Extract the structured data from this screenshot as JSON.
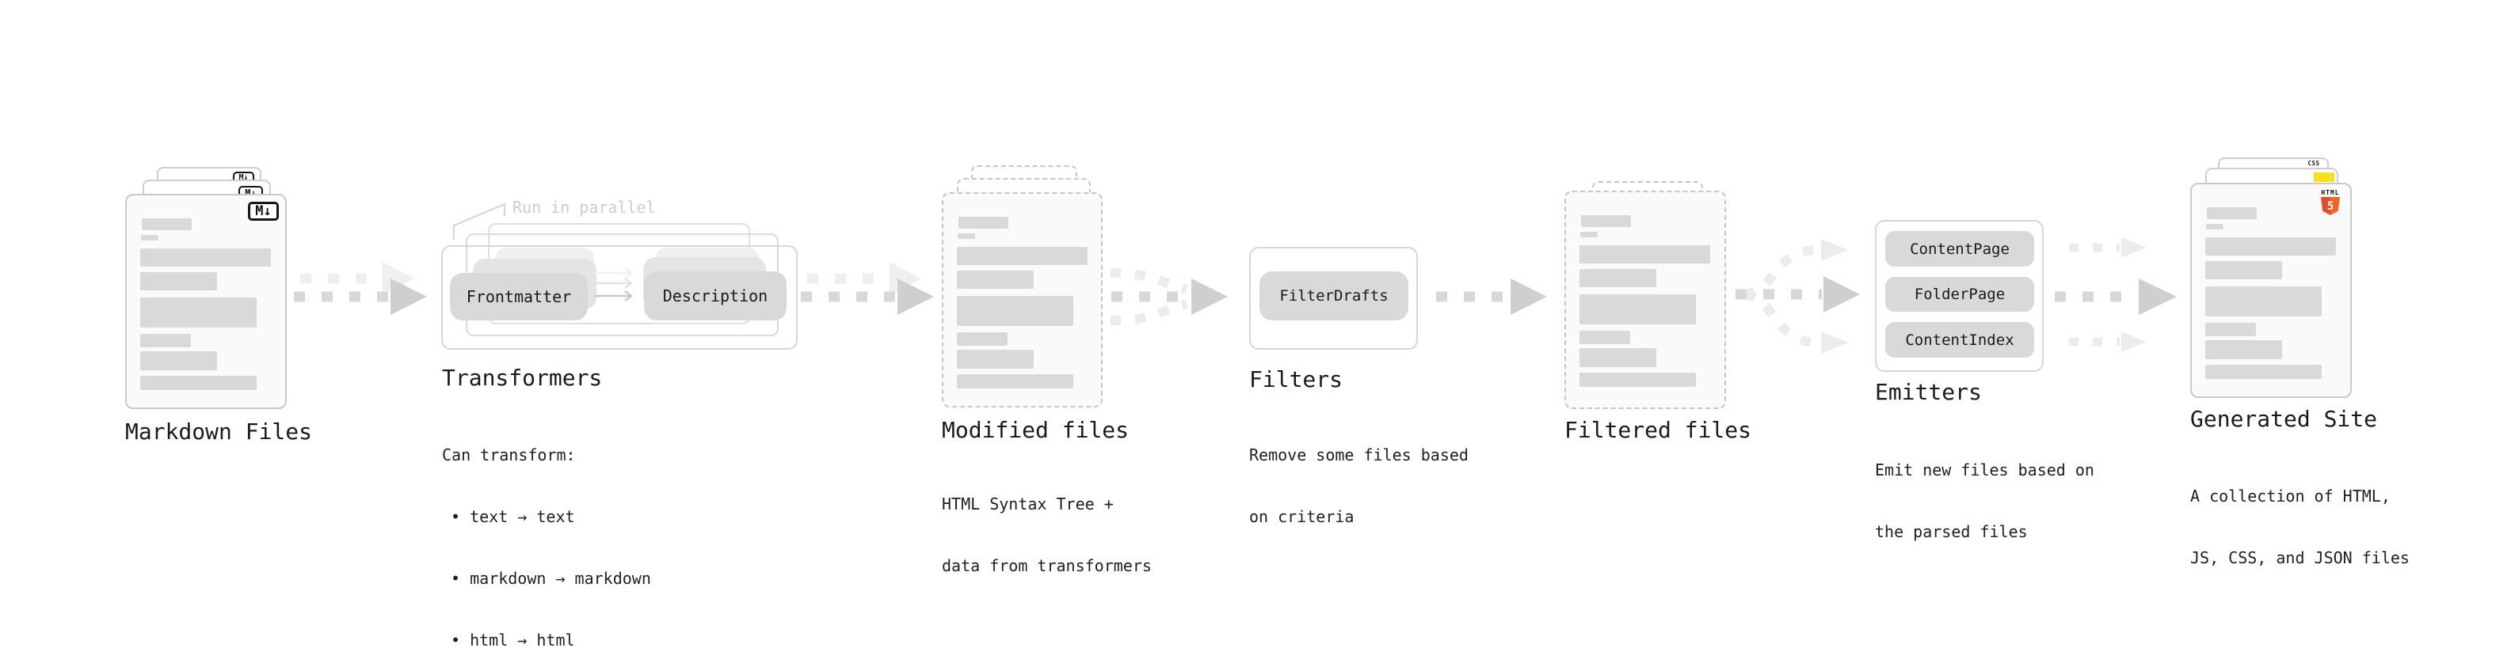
{
  "colors": {
    "background": "#ffffff",
    "text": "#1a1a1a",
    "annotation_muted": "#cdcdcd",
    "placeholder_bar": "#d9d9d9",
    "pill_fill": "#d9d9d9",
    "pill_ghost_mid": "#e4e4e4",
    "pill_ghost_back": "#f0f0f0",
    "card_border": "#c9c9c9",
    "card_fill": "#fafafa",
    "dashed_border": "#c6c6c6",
    "box_border": "#d6d6d6",
    "arrow_dash": "#d8d8d8",
    "arrow_head": "#cfcfcf",
    "arrow_ghost": "#ececec",
    "js_yellow": "#f7df1e",
    "css_blue": "#2962ff",
    "html_orange": "#e44d26",
    "html_orange_light": "#f16529"
  },
  "icons": {
    "markdown": "M-arrow-down badge",
    "html5": "orange HTML5 shield",
    "js": "yellow JS square",
    "css": "CSS wordmark with blue underline",
    "flow_arrow": "dashed right arrow"
  },
  "stages": {
    "markdown_files": {
      "title": "Markdown Files",
      "badge": "M↓"
    },
    "transformers": {
      "title": "Transformers",
      "annotation": "Run in parallel",
      "pills": {
        "left": "Frontmatter",
        "right": "Description"
      },
      "subtitle_lines": [
        "Can transform:",
        "• text → text",
        "• markdown → markdown",
        "• html → html"
      ]
    },
    "modified_files": {
      "title": "Modified files",
      "subtitle_lines": [
        "HTML Syntax Tree +",
        "data from transformers"
      ]
    },
    "filters": {
      "title": "Filters",
      "pill": "FilterDrafts",
      "subtitle_lines": [
        "Remove some files based",
        "on criteria"
      ]
    },
    "filtered_files": {
      "title": "Filtered files"
    },
    "emitters": {
      "title": "Emitters",
      "pills": [
        "ContentPage",
        "FolderPage",
        "ContentIndex"
      ],
      "subtitle_lines": [
        "Emit new files based on",
        "the parsed files"
      ]
    },
    "generated_site": {
      "title": "Generated Site",
      "subtitle_lines": [
        "A collection of HTML,",
        "JS, CSS, and JSON files"
      ],
      "badges": {
        "html_label": "HTML",
        "html_number": "5",
        "css_label": "CSS"
      }
    }
  }
}
